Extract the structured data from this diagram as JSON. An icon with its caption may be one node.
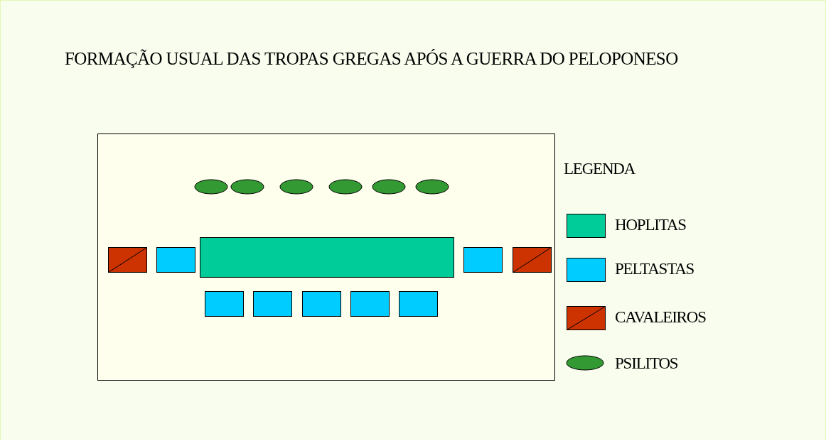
{
  "diagram": {
    "title": "FORMAÇÃO USUAL DAS TROPAS GREGAS APÓS A GUERRA DO PELOPONESO",
    "labels": [
      "LEGENDA"
    ],
    "legend": [
      {
        "text": "HOPLITAS",
        "color": "#00cc99"
      },
      {
        "text": "PELTASTAS",
        "color": "#00ccff"
      },
      {
        "text": "CAVALEIROS"
      },
      {
        "text": "PSILITOS"
      }
    ]
  }
}
